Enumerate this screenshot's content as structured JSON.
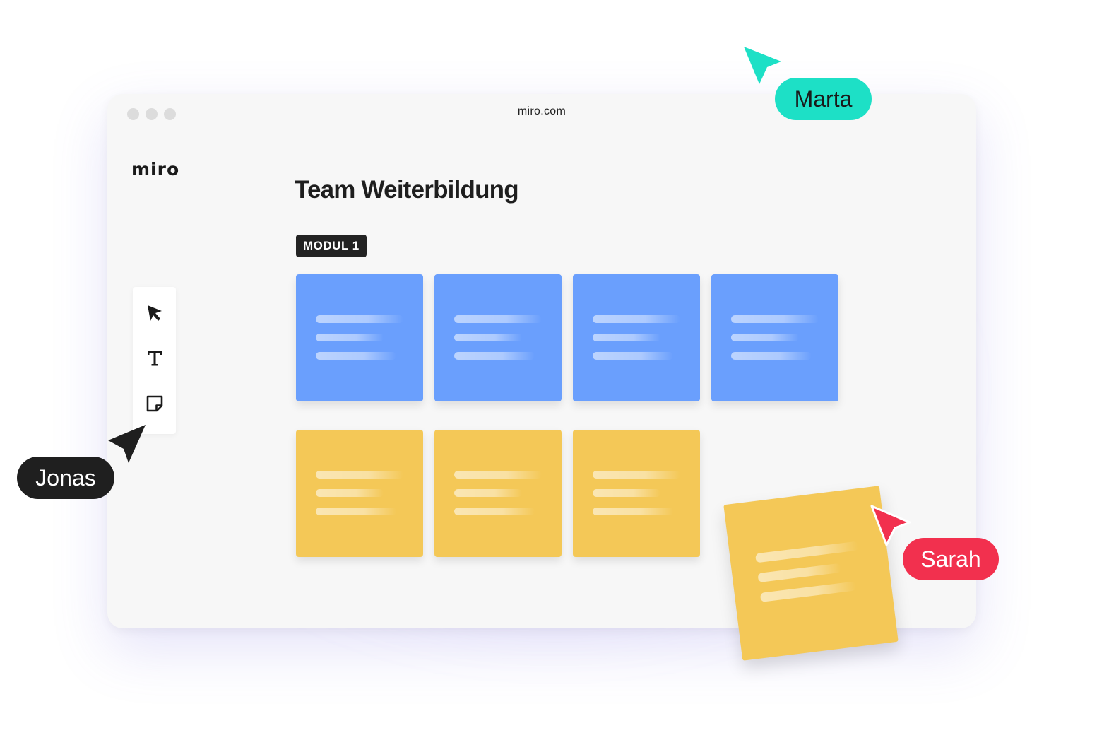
{
  "browser": {
    "url": "miro.com"
  },
  "app": {
    "logo_text": "miro"
  },
  "board": {
    "title": "Team Weiterbildung",
    "section_label": "MODUL 1"
  },
  "toolbar": {
    "tools": [
      "select-tool",
      "text-tool",
      "sticky-note-tool"
    ]
  },
  "notes": {
    "row1_color": "blue",
    "row1_count": 4,
    "row2_color": "yellow",
    "row2_count": 3
  },
  "collaborators": [
    {
      "name": "Marta",
      "color": "#1de0c6",
      "text_color": "#1a1a1a"
    },
    {
      "name": "Jonas",
      "color": "#1f1f1f",
      "text_color": "#ffffff"
    },
    {
      "name": "Sarah",
      "color": "#f2304e",
      "text_color": "#ffffff"
    }
  ],
  "colors": {
    "blue_note": "#6a9ffd",
    "yellow_note": "#f4c857",
    "canvas": "#f7f7f7"
  }
}
